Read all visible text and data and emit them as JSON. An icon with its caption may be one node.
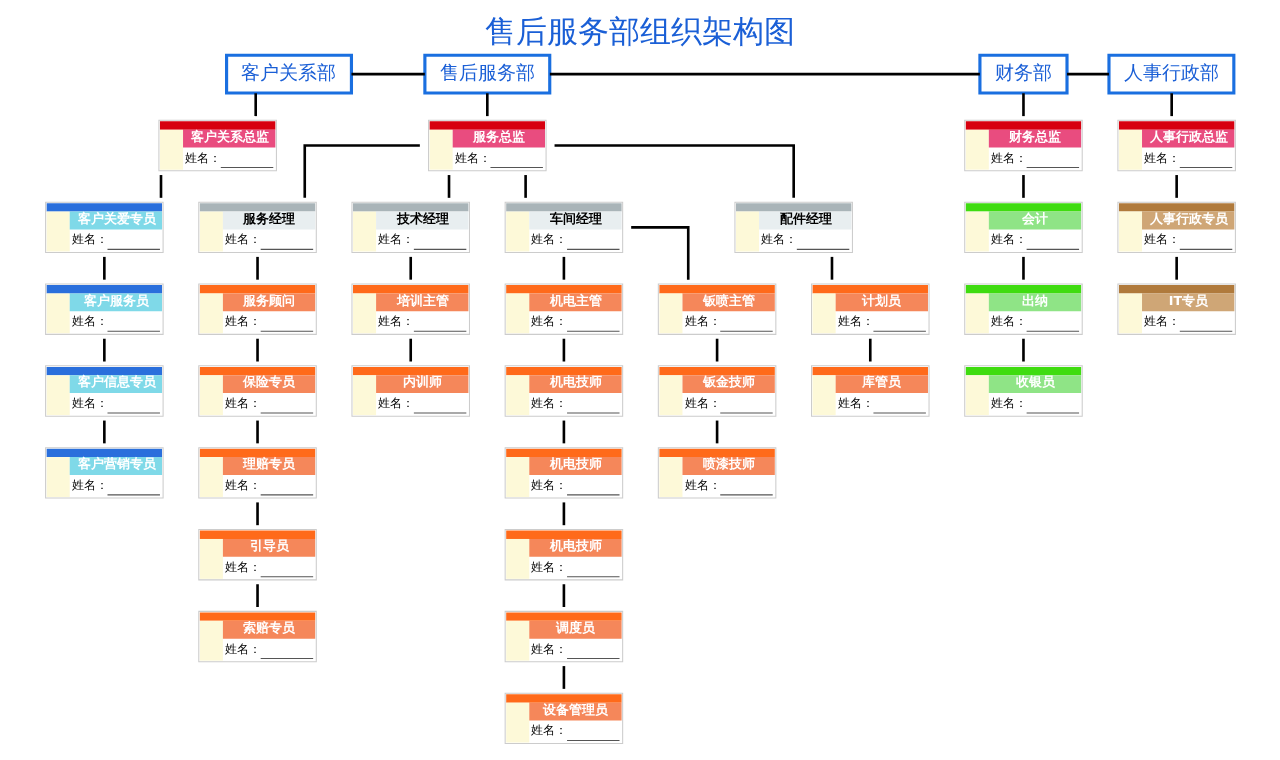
{
  "diagram": {
    "title": "售后服务部组织架构图",
    "nodes": [
      {
        "text": [
          "客户关系部"
        ]
      },
      {
        "text": [
          "售后服务部"
        ]
      },
      {
        "text": [
          "财务部"
        ]
      },
      {
        "text": [
          "人事行政部"
        ]
      },
      {
        "text": [
          "客户关系总监",
          "姓名："
        ]
      },
      {
        "text": [
          "服务总监",
          "姓名："
        ]
      },
      {
        "text": [
          "财务总监",
          "姓名："
        ]
      },
      {
        "text": [
          "人事行政总监",
          "姓名："
        ]
      },
      {
        "text": [
          "服务经理",
          "姓名："
        ]
      },
      {
        "text": [
          "技术经理",
          "姓名："
        ]
      },
      {
        "text": [
          "车间经理",
          "姓名："
        ]
      },
      {
        "text": [
          "配件经理",
          "姓名："
        ]
      },
      {
        "text": [
          "培训主管",
          "姓名："
        ]
      },
      {
        "text": [
          "机电主管",
          "姓名："
        ]
      },
      {
        "text": [
          "钣喷主管",
          "姓名："
        ]
      },
      {
        "text": [
          "客户关爱专员",
          "姓名："
        ]
      },
      {
        "text": [
          "服务顾问",
          "姓名："
        ]
      },
      {
        "text": [
          "内训师",
          "姓名："
        ]
      },
      {
        "text": [
          "机电技师",
          "姓名："
        ]
      },
      {
        "text": [
          "钣金技师",
          "姓名："
        ]
      },
      {
        "text": [
          "计划员",
          "姓名："
        ]
      },
      {
        "text": [
          "会计",
          "姓名："
        ]
      },
      {
        "text": [
          "人事行政专员",
          "姓名："
        ]
      },
      {
        "text": [
          "客户服务员",
          "姓名："
        ]
      },
      {
        "text": [
          "保险专员",
          "姓名："
        ]
      },
      {
        "text": [
          "机电技师",
          "姓名："
        ]
      },
      {
        "text": [
          "喷漆技师",
          "姓名："
        ]
      },
      {
        "text": [
          "库管员",
          "姓名："
        ]
      },
      {
        "text": [
          "出纳",
          "姓名："
        ]
      },
      {
        "text": [
          "IT专员",
          "姓名："
        ]
      },
      {
        "text": [
          "客户信息专员",
          "姓名："
        ]
      },
      {
        "text": [
          "理赔专员",
          "姓名："
        ]
      },
      {
        "text": [
          "机电技师",
          "姓名："
        ]
      },
      {
        "text": [
          "收银员",
          "姓名："
        ]
      },
      {
        "text": [
          "客户营销专员",
          "姓名："
        ]
      },
      {
        "text": [
          "引导员",
          "姓名："
        ]
      },
      {
        "text": [
          "调度员",
          "姓名："
        ]
      },
      {
        "text": [
          "索赔专员",
          "姓名："
        ]
      },
      {
        "text": [
          "设备管理员",
          "姓名："
        ]
      }
    ],
    "edges": [
      {
        "from": 0,
        "to": 1,
        "arrow": "none"
      },
      {
        "from": 1,
        "to": 2,
        "arrow": "none"
      },
      {
        "from": 2,
        "to": 3,
        "arrow": "none"
      },
      {
        "from": 0,
        "to": 4,
        "arrow": "none"
      },
      {
        "from": 1,
        "to": 5,
        "arrow": "none"
      },
      {
        "from": 2,
        "to": 6,
        "arrow": "none"
      },
      {
        "from": 3,
        "to": 7,
        "arrow": "none"
      },
      {
        "from": 4,
        "to": 15,
        "arrow": "none"
      },
      {
        "from": 15,
        "to": 23,
        "arrow": "none"
      },
      {
        "from": 23,
        "to": 30,
        "arrow": "none"
      },
      {
        "from": 30,
        "to": 34,
        "arrow": "none"
      },
      {
        "from": 5,
        "to": 8,
        "arrow": "none"
      },
      {
        "from": 5,
        "to": 9,
        "arrow": "none"
      },
      {
        "from": 5,
        "to": 10,
        "arrow": "none"
      },
      {
        "from": 5,
        "to": 11,
        "arrow": "none"
      },
      {
        "from": 8,
        "to": 16,
        "arrow": "none"
      },
      {
        "from": 16,
        "to": 24,
        "arrow": "none"
      },
      {
        "from": 24,
        "to": 31,
        "arrow": "none"
      },
      {
        "from": 31,
        "to": 35,
        "arrow": "none"
      },
      {
        "from": 35,
        "to": 37,
        "arrow": "none"
      },
      {
        "from": 9,
        "to": 12,
        "arrow": "none"
      },
      {
        "from": 12,
        "to": 17,
        "arrow": "none"
      },
      {
        "from": 10,
        "to": 13,
        "arrow": "none"
      },
      {
        "from": 10,
        "to": 14,
        "arrow": "none"
      },
      {
        "from": 13,
        "to": 18,
        "arrow": "none"
      },
      {
        "from": 18,
        "to": 25,
        "arrow": "none"
      },
      {
        "from": 25,
        "to": 32,
        "arrow": "none"
      },
      {
        "from": 32,
        "to": 36,
        "arrow": "none"
      },
      {
        "from": 36,
        "to": 38,
        "arrow": "none"
      },
      {
        "from": 14,
        "to": 19,
        "arrow": "none"
      },
      {
        "from": 19,
        "to": 26,
        "arrow": "none"
      },
      {
        "from": 11,
        "to": 20,
        "arrow": "none"
      },
      {
        "from": 20,
        "to": 27,
        "arrow": "none"
      },
      {
        "from": 6,
        "to": 21,
        "arrow": "none"
      },
      {
        "from": 21,
        "to": 28,
        "arrow": "none"
      },
      {
        "from": 28,
        "to": 33,
        "arrow": "none"
      },
      {
        "from": 7,
        "to": 22,
        "arrow": "none"
      },
      {
        "from": 22,
        "to": 29,
        "arrow": "none"
      }
    ]
  }
}
